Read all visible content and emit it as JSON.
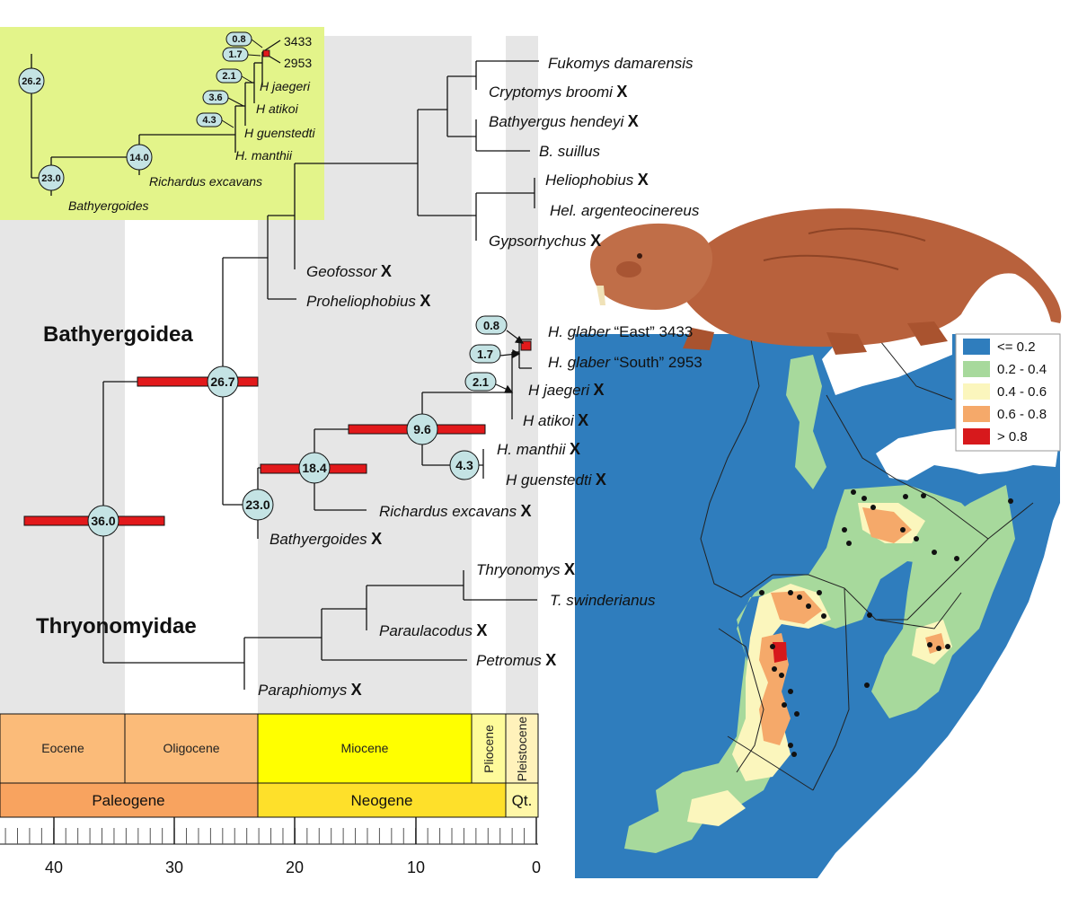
{
  "clades": {
    "bathyergoidea": "Bathyergoidea",
    "thryonomyidae": "Thryonomyidae"
  },
  "extinct_marker": "X",
  "main_tree": {
    "nodes": [
      "36.0",
      "26.7",
      "23.0",
      "18.4",
      "9.6",
      "4.3"
    ],
    "pills": [
      "0.8",
      "1.7",
      "2.1"
    ],
    "tips": {
      "fukomys": "Fukomys damarensis",
      "cryptomys": "Cryptomys broomi",
      "bathyergus": "Bathyergus hendeyi",
      "bsuillus": "B. suillus",
      "heliophobius": "Heliophobius",
      "hel_arg": "Hel. argenteocinereus",
      "gypsorhychus": "Gypsorhychus",
      "geofossor": "Geofossor",
      "proheliophobius": "Proheliophobius",
      "hglaber_east_name": "H. glaber",
      "hglaber_east_pop": "“East” 3433",
      "hglaber_south_name": "H. glaber",
      "hglaber_south_pop": "“South” 2953",
      "hjaegeri": "H jaegeri",
      "hatikoi": "H atikoi",
      "hmanthii": "H. manthii",
      "hguenstedti": "H guenstedti",
      "richardus": "Richardus excavans",
      "bathyergoides": "Bathyergoides",
      "thryonomys": "Thryonomys",
      "tswinderianus": "T. swinderianus",
      "paraulacodus": "Paraulacodus",
      "petromus": "Petromus",
      "paraphiomys": "Paraphiomys"
    }
  },
  "inset_tree": {
    "nodes": [
      "26.2",
      "23.0",
      "14.0"
    ],
    "pills": [
      "0.8",
      "1.7",
      "2.1",
      "3.6",
      "4.3"
    ],
    "tips": {
      "t3433": "3433",
      "t2953": "2953",
      "hjaegeri": "H jaegeri",
      "hatikoi": "H atikoi",
      "hguenstedti": "H guenstedti",
      "hmanthii": "H. manthii",
      "richardus": "Richardus excavans",
      "bathyergoides": "Bathyergoides"
    }
  },
  "timescale": {
    "epochs": [
      "Eocene",
      "Oligocene",
      "Miocene",
      "Pliocene",
      "Pleistocene"
    ],
    "periods": [
      "Paleogene",
      "Neogene",
      "Qt."
    ],
    "ticks": [
      "40",
      "30",
      "20",
      "10",
      "0"
    ]
  },
  "map_legend": [
    "<= 0.2",
    "0.2 - 0.4",
    "0.4 - 0.6",
    "0.6 - 0.8",
    "> 0.8"
  ],
  "colors": {
    "ocean": "#2f7dbd",
    "low": "#2f7dbd",
    "c02_04": "#a7d99c",
    "c04_06": "#fbf6bd",
    "c06_08": "#f5a96a",
    "c08": "#d7191c",
    "inset_bg": "#e3f48a",
    "node_fill": "#c4e3e4",
    "bar_red": "#e2191b",
    "paleogene": "#f8a35f",
    "eocene": "#fbbb79",
    "neogene": "#fee02a",
    "miocene": "#ffff00",
    "pliocene": "#fefb9a",
    "pleistocene": "#fff2bb",
    "quaternary": "#fff7a8"
  }
}
